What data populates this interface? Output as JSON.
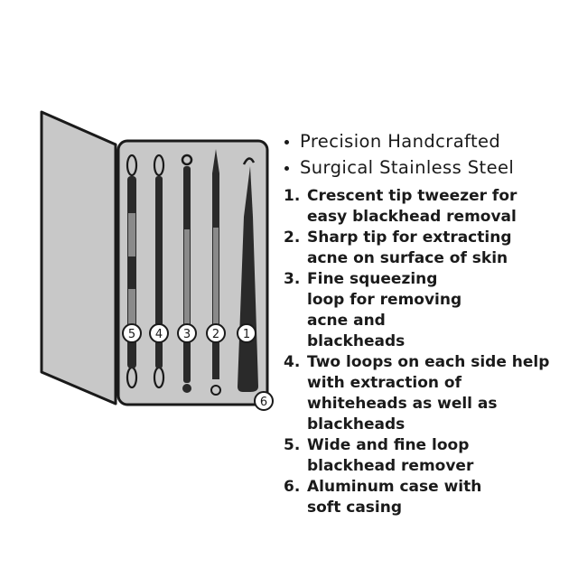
{
  "bullets": [
    "Precision Handcrafted",
    "Surgical Stainless Steel"
  ],
  "features": [
    {
      "num": "1.",
      "text": "Crescent tip tweezer for easy blackhead removal"
    },
    {
      "num": "2.",
      "text": "Sharp tip for extracting acne on surface of skin"
    },
    {
      "num": "3.",
      "text": "Fine squeezing loop for removing acne and blackheads"
    },
    {
      "num": "4.",
      "text": "Two loops on each side help with extraction of whiteheads as well as blackheads"
    },
    {
      "num": "5.",
      "text": "Wide and fine loop blackhead remover"
    },
    {
      "num": "6.",
      "text": "Aluminum case with soft casing"
    }
  ],
  "callouts": [
    "5",
    "4",
    "3",
    "2",
    "1",
    "6"
  ],
  "colors": {
    "case_fill": "#c8c8c8",
    "outline": "#1a1a1a",
    "tool": "#2a2a2a",
    "grip": "#8a8a8a"
  }
}
